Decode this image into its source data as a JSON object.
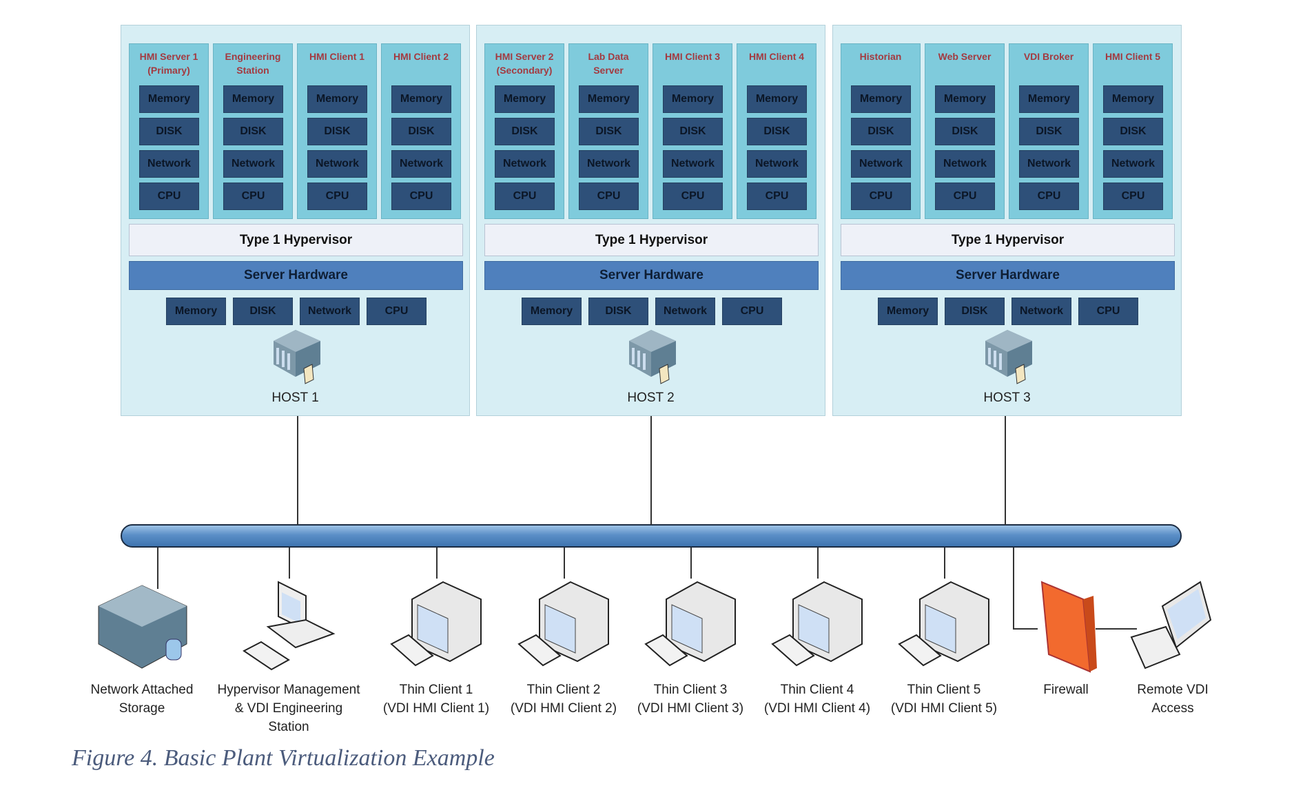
{
  "hosts": [
    {
      "label": "HOST 1",
      "vms": [
        "HMI Server 1\n(Primary)",
        "Engineering\nStation",
        "HMI Client 1",
        "HMI Client 2"
      ]
    },
    {
      "label": "HOST 2",
      "vms": [
        "HMI Server 2\n(Secondary)",
        "Lab Data\nServer",
        "HMI Client 3",
        "HMI Client 4"
      ]
    },
    {
      "label": "HOST 3",
      "vms": [
        "Historian",
        "Web Server",
        "VDI Broker",
        "HMI Client 5"
      ]
    }
  ],
  "vm_resources": [
    "Memory",
    "DISK",
    "Network",
    "CPU"
  ],
  "host_resources": [
    "Memory",
    "DISK",
    "Network",
    "CPU"
  ],
  "hypervisor_label": "Type 1 Hypervisor",
  "hardware_label": "Server Hardware",
  "devices": [
    {
      "label": "Network Attached\nStorage",
      "icon": "nas-icon"
    },
    {
      "label": "Hypervisor Management\n& VDI Engineering\nStation",
      "icon": "workstation-icon"
    },
    {
      "label": "Thin Client 1\n(VDI HMI Client 1)",
      "icon": "thin-client-icon"
    },
    {
      "label": "Thin Client 2\n(VDI HMI Client 2)",
      "icon": "thin-client-icon"
    },
    {
      "label": "Thin Client 3\n(VDI HMI Client 3)",
      "icon": "thin-client-icon"
    },
    {
      "label": "Thin Client 4\n(VDI HMI Client 4)",
      "icon": "thin-client-icon"
    },
    {
      "label": "Thin Client 5\n(VDI HMI Client 5)",
      "icon": "thin-client-icon"
    },
    {
      "label": "Firewall",
      "icon": "firewall-icon"
    },
    {
      "label": "Remote VDI\nAccess",
      "icon": "laptop-icon"
    }
  ],
  "caption": "Figure 4. Basic Plant Virtualization Example",
  "colors": {
    "host_bg": "#d7eef4",
    "vm_bg": "#7fcbdc",
    "resource": "#2e5079",
    "hardware": "#4f80bd",
    "vm_title": "#a33a40",
    "firewall": "#f26a2e"
  }
}
